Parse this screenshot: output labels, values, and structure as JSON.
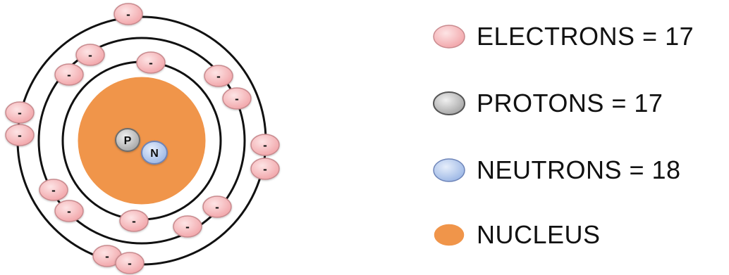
{
  "diagram": {
    "electron_symbol": "-",
    "proton_symbol": "P",
    "neutron_symbol": "N"
  },
  "legend": {
    "items": [
      {
        "label": "ELECTRONS = 17"
      },
      {
        "label": "PROTONS = 17"
      },
      {
        "label": "NEUTRONS = 18"
      },
      {
        "label": "NUCLEUS"
      }
    ]
  },
  "colors": {
    "electron_fill": "#f6b7ba",
    "electron_stroke": "#c98a8e",
    "proton_fill": "#c9c9c9",
    "proton_stroke": "#6d6d6d",
    "neutron_fill": "#b9cdef",
    "neutron_stroke": "#6d84b8",
    "nucleus_fill": "#f0954a",
    "orbit_stroke": "#111111"
  }
}
